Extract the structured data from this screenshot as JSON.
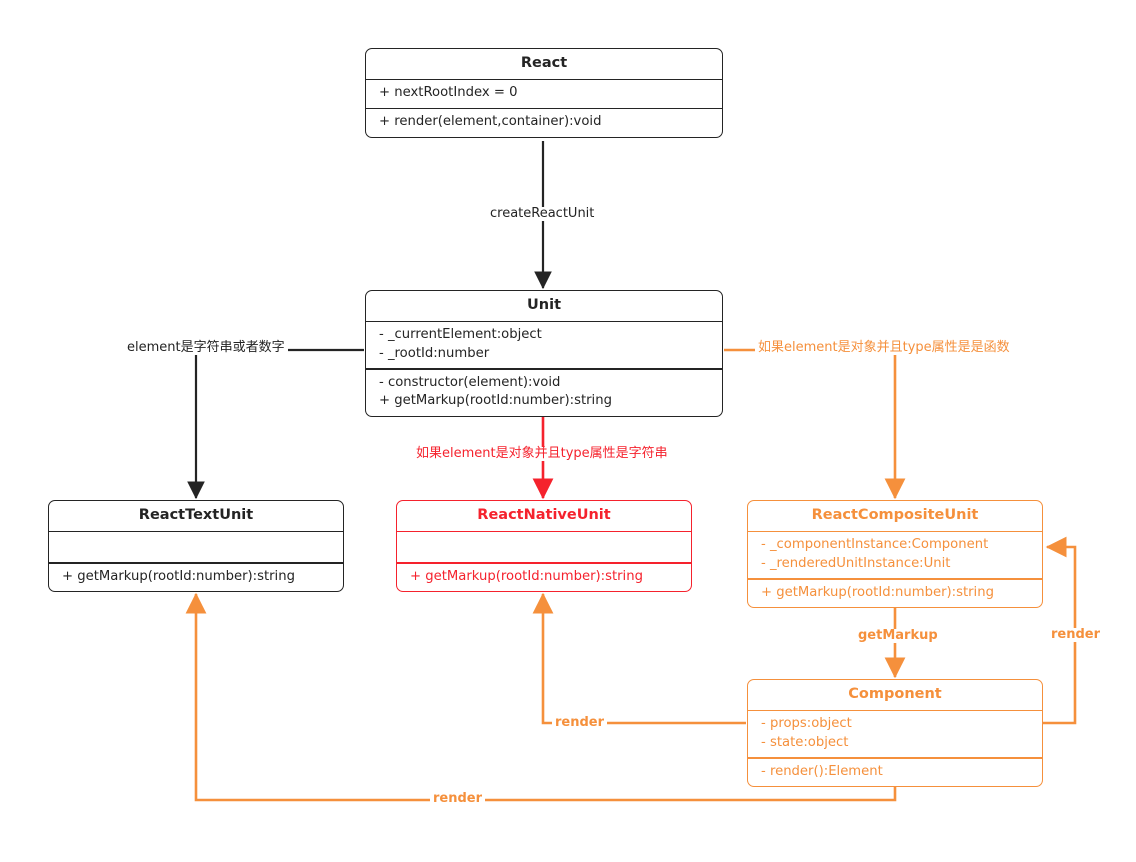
{
  "diagram": {
    "title": "React Unit class diagram",
    "colors": {
      "default": "#242424",
      "red": "#f5222d",
      "orange": "#f5903c",
      "background": "#ffffff"
    }
  },
  "classes": {
    "react": {
      "name": "React",
      "attributes": [
        "+ nextRootIndex = 0"
      ],
      "methods": [
        "+ render(element,container):void"
      ]
    },
    "unit": {
      "name": "Unit",
      "attributes": [
        "-  _currentElement:object",
        "-  _rootId:number"
      ],
      "methods": [
        "- constructor(element):void",
        "+ getMarkup(rootId:number):string"
      ]
    },
    "react_text_unit": {
      "name": "ReactTextUnit",
      "attributes": [],
      "methods": [
        "+ getMarkup(rootId:number):string"
      ]
    },
    "react_native_unit": {
      "name": "ReactNativeUnit",
      "attributes": [],
      "methods": [
        "+ getMarkup(rootId:number):string"
      ]
    },
    "react_composite_unit": {
      "name": "ReactCompositeUnit",
      "attributes": [
        "-  _componentInstance:Component",
        "-  _renderedUnitInstance:Unit"
      ],
      "methods": [
        "+ getMarkup(rootId:number):string"
      ]
    },
    "component": {
      "name": "Component",
      "attributes": [
        "- props:object",
        "- state:object"
      ],
      "methods": [
        "- render():Element"
      ]
    }
  },
  "edges": {
    "create_react_unit": "createReactUnit",
    "element_is_string_or_number": "element是字符串或者数字",
    "element_object_type_string": "如果element是对象并且type属性是字符串",
    "element_object_type_function": "如果element是对象并且type属性是是函数",
    "get_markup": "getMarkup",
    "render_right": "render",
    "render_middle": "render",
    "render_bottom": "render"
  }
}
